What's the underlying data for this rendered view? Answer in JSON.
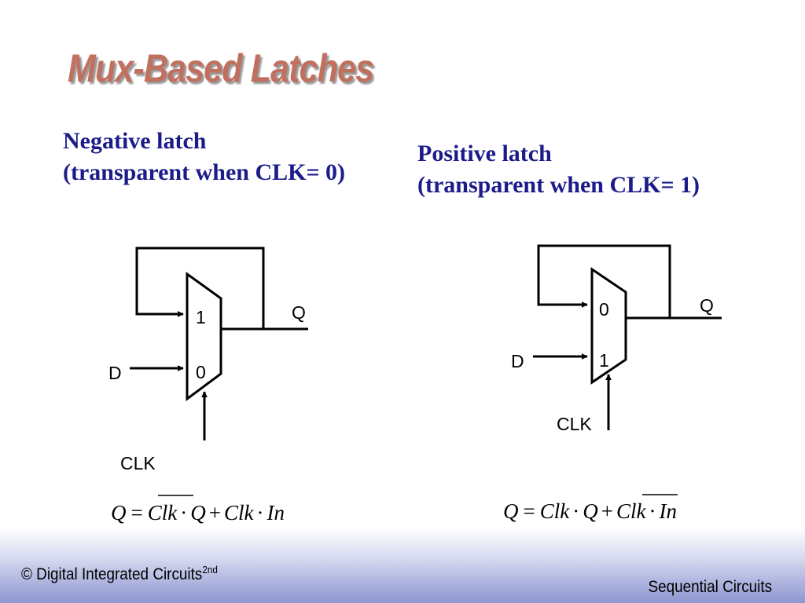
{
  "title": "Mux-Based Latches",
  "negative_latch": {
    "heading_line1": "Negative latch",
    "heading_line2": "(transparent when CLK= 0)",
    "input_top": "1",
    "input_bottom": "0",
    "d_label": "D",
    "q_label": "Q",
    "clk_label": "CLK",
    "equation": {
      "lhs": "Q",
      "eq": "=",
      "t1_clk": "Clk",
      "t1_clk_inverted": true,
      "dot1": "·",
      "t1_var": "Q",
      "plus": "+",
      "t2_clk": "Clk",
      "t2_clk_inverted": false,
      "dot2": "·",
      "t2_var": "In"
    }
  },
  "positive_latch": {
    "heading_line1": "Positive latch",
    "heading_line2": "(transparent when CLK= 1)",
    "input_top": "0",
    "input_bottom": "1",
    "d_label": "D",
    "q_label": "Q",
    "clk_label": "CLK",
    "equation": {
      "lhs": "Q",
      "eq": "=",
      "t1_clk": "Clk",
      "t1_clk_inverted": false,
      "dot1": "·",
      "t1_var": "Q",
      "plus": "+",
      "t2_clk": "Clk",
      "t2_clk_inverted": true,
      "dot2": "·",
      "t2_var": "In"
    }
  },
  "footer": {
    "left_text": "© Digital Integrated Circuits",
    "left_sup": "2nd",
    "right_text": "Sequential Circuits"
  }
}
